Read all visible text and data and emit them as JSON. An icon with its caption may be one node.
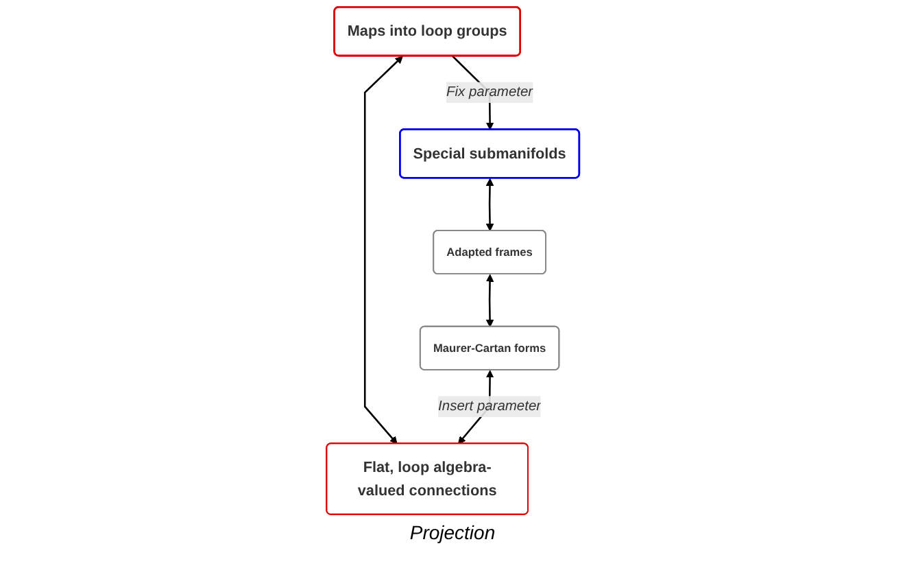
{
  "diagram": {
    "nodes": [
      {
        "text": [
          "Maps into loop groups"
        ]
      },
      {
        "text": [
          "Flat, loop algebra-valued connections"
        ]
      },
      {
        "text": [
          "Maurer-Cartan forms"
        ]
      },
      {
        "text": [
          "Adapted frames"
        ]
      },
      {
        "text": [
          "Special submanifolds"
        ]
      }
    ],
    "edges": [
      {
        "from": 0,
        "to": 1,
        "arrow": "both"
      },
      {
        "from": 0,
        "to": 4,
        "arrow": "to",
        "label": "Fix parameter"
      },
      {
        "from": 2,
        "to": 1,
        "arrow": "both",
        "label": "Insert parameter"
      },
      {
        "from": 3,
        "to": 2,
        "arrow": "both"
      },
      {
        "from": 4,
        "to": 3,
        "arrow": "both"
      }
    ],
    "labels": [
      "Projection"
    ]
  }
}
